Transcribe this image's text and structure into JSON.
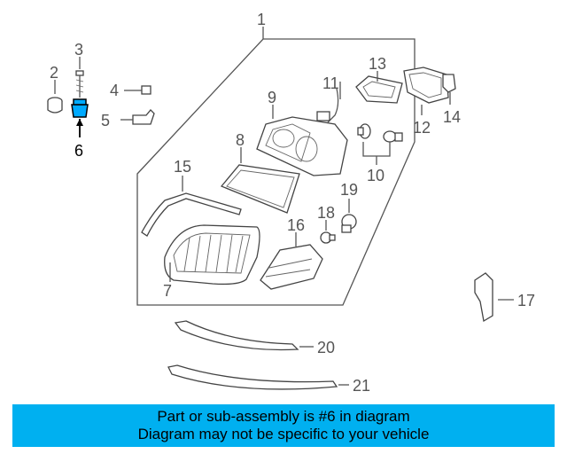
{
  "callouts": {
    "c1": "1",
    "c2": "2",
    "c3": "3",
    "c4": "4",
    "c5": "5",
    "c6": "6",
    "c7": "7",
    "c8": "8",
    "c9": "9",
    "c10": "10",
    "c11": "11",
    "c12": "12",
    "c13": "13",
    "c14": "14",
    "c15": "15",
    "c16": "16",
    "c17": "17",
    "c18": "18",
    "c19": "19",
    "c20": "20",
    "c21": "21"
  },
  "highlight": {
    "part": "6",
    "color": "#00aaff"
  },
  "banner": {
    "line1": "Part or sub-assembly is #6 in diagram",
    "line2": "Diagram may not be specific to your vehicle",
    "background": "#00b0f0"
  }
}
